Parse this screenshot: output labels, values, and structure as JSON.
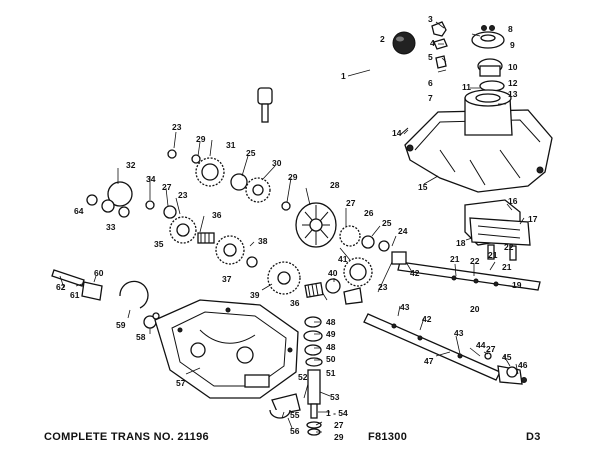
{
  "footer": {
    "trans_label": "COMPLETE TRANS NO. 21196",
    "fig_code": "F81300",
    "page_code": "D3"
  },
  "callouts": [
    {
      "id": "c1",
      "text": "1"
    },
    {
      "id": "c2",
      "text": "2"
    },
    {
      "id": "c3",
      "text": "3"
    },
    {
      "id": "c4",
      "text": "4"
    },
    {
      "id": "c5",
      "text": "5"
    },
    {
      "id": "c6",
      "text": "6"
    },
    {
      "id": "c7",
      "text": "7"
    },
    {
      "id": "c8",
      "text": "8"
    },
    {
      "id": "c9",
      "text": "9"
    },
    {
      "id": "c10",
      "text": "10"
    },
    {
      "id": "c11",
      "text": "11"
    },
    {
      "id": "c12",
      "text": "12"
    },
    {
      "id": "c13",
      "text": "13"
    },
    {
      "id": "c14",
      "text": "14"
    },
    {
      "id": "c15",
      "text": "15"
    },
    {
      "id": "c16",
      "text": "16"
    },
    {
      "id": "c17",
      "text": "17"
    },
    {
      "id": "c18",
      "text": "18"
    },
    {
      "id": "c19",
      "text": "19"
    },
    {
      "id": "c20",
      "text": "20"
    },
    {
      "id": "c21a",
      "text": "21"
    },
    {
      "id": "c21b",
      "text": "21"
    },
    {
      "id": "c21c",
      "text": "21"
    },
    {
      "id": "c22a",
      "text": "22"
    },
    {
      "id": "c22b",
      "text": "22"
    },
    {
      "id": "c23a",
      "text": "23"
    },
    {
      "id": "c23b",
      "text": "23"
    },
    {
      "id": "c23c",
      "text": "23"
    },
    {
      "id": "c24",
      "text": "24"
    },
    {
      "id": "c25a",
      "text": "25"
    },
    {
      "id": "c25b",
      "text": "25"
    },
    {
      "id": "c26",
      "text": "26"
    },
    {
      "id": "c27a",
      "text": "27"
    },
    {
      "id": "c27b",
      "text": "27"
    },
    {
      "id": "c27c",
      "text": "27"
    },
    {
      "id": "c27d",
      "text": "27"
    },
    {
      "id": "c28",
      "text": "28"
    },
    {
      "id": "c29a",
      "text": "29"
    },
    {
      "id": "c29b",
      "text": "29"
    },
    {
      "id": "c29c",
      "text": "29"
    },
    {
      "id": "c30",
      "text": "30"
    },
    {
      "id": "c31",
      "text": "31"
    },
    {
      "id": "c32",
      "text": "32"
    },
    {
      "id": "c33",
      "text": "33"
    },
    {
      "id": "c34",
      "text": "34"
    },
    {
      "id": "c35",
      "text": "35"
    },
    {
      "id": "c36a",
      "text": "36"
    },
    {
      "id": "c36b",
      "text": "36"
    },
    {
      "id": "c37",
      "text": "37"
    },
    {
      "id": "c38",
      "text": "38"
    },
    {
      "id": "c39",
      "text": "39"
    },
    {
      "id": "c40",
      "text": "40"
    },
    {
      "id": "c41",
      "text": "41"
    },
    {
      "id": "c42a",
      "text": "42"
    },
    {
      "id": "c42b",
      "text": "42"
    },
    {
      "id": "c43a",
      "text": "43"
    },
    {
      "id": "c43b",
      "text": "43"
    },
    {
      "id": "c44",
      "text": "44"
    },
    {
      "id": "c45",
      "text": "45"
    },
    {
      "id": "c46",
      "text": "46"
    },
    {
      "id": "c47",
      "text": "47"
    },
    {
      "id": "c48a",
      "text": "48"
    },
    {
      "id": "c48b",
      "text": "48"
    },
    {
      "id": "c49",
      "text": "49"
    },
    {
      "id": "c50",
      "text": "50"
    },
    {
      "id": "c51",
      "text": "51"
    },
    {
      "id": "c52",
      "text": "52"
    },
    {
      "id": "c53",
      "text": "53"
    },
    {
      "id": "c54",
      "text": "1 - 54"
    },
    {
      "id": "c55",
      "text": "55"
    },
    {
      "id": "c56",
      "text": "56"
    },
    {
      "id": "c57",
      "text": "57"
    },
    {
      "id": "c58",
      "text": "58"
    },
    {
      "id": "c59",
      "text": "59"
    },
    {
      "id": "c60",
      "text": "60"
    },
    {
      "id": "c61",
      "text": "61"
    },
    {
      "id": "c62",
      "text": "62"
    },
    {
      "id": "c64",
      "text": "64"
    }
  ]
}
